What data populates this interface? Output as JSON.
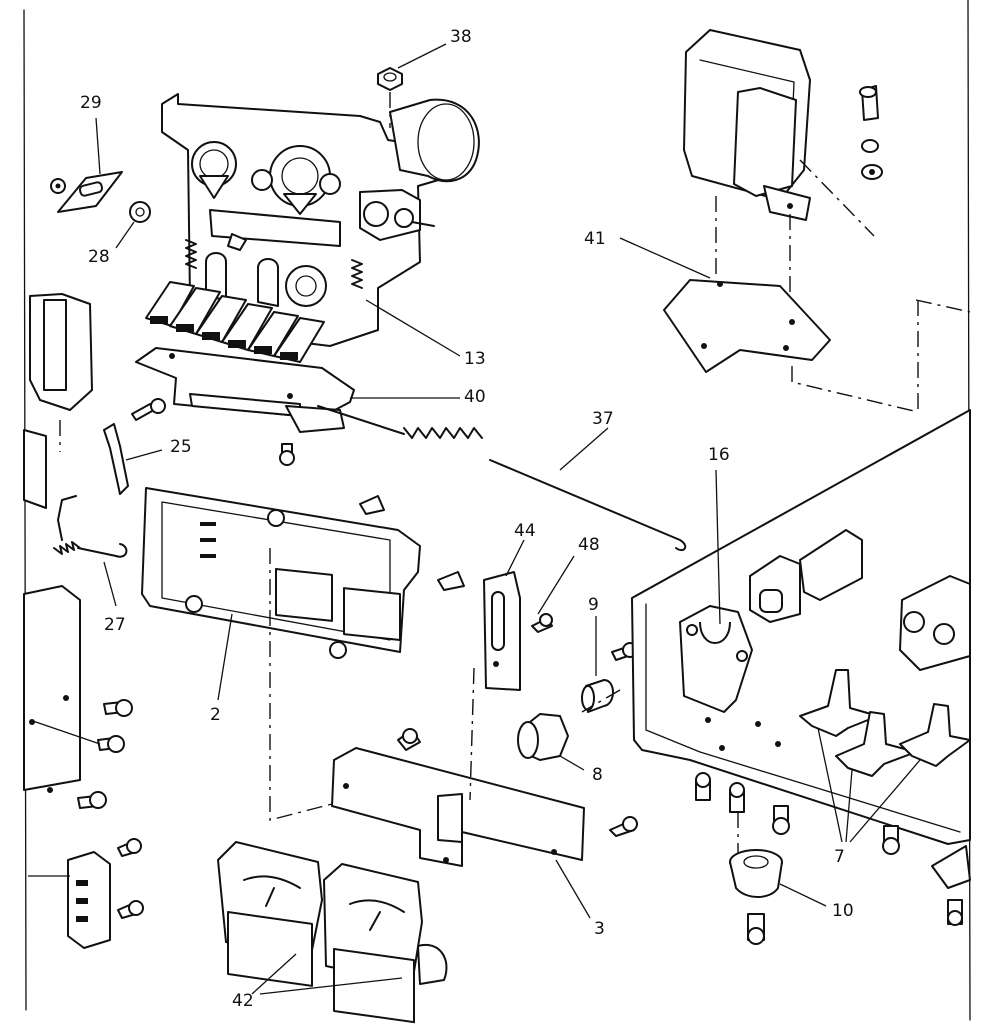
{
  "diagram": {
    "labels": {
      "p2": "2",
      "p3": "3",
      "p7": "7",
      "p8": "8",
      "p9": "9",
      "p10": "10",
      "p13": "13",
      "p16": "16",
      "p25": "25",
      "p27": "27",
      "p28": "28",
      "p29": "29",
      "p37": "37",
      "p38": "38",
      "p40": "40",
      "p41": "41",
      "p42": "42",
      "p44": "44",
      "p48": "48"
    }
  }
}
